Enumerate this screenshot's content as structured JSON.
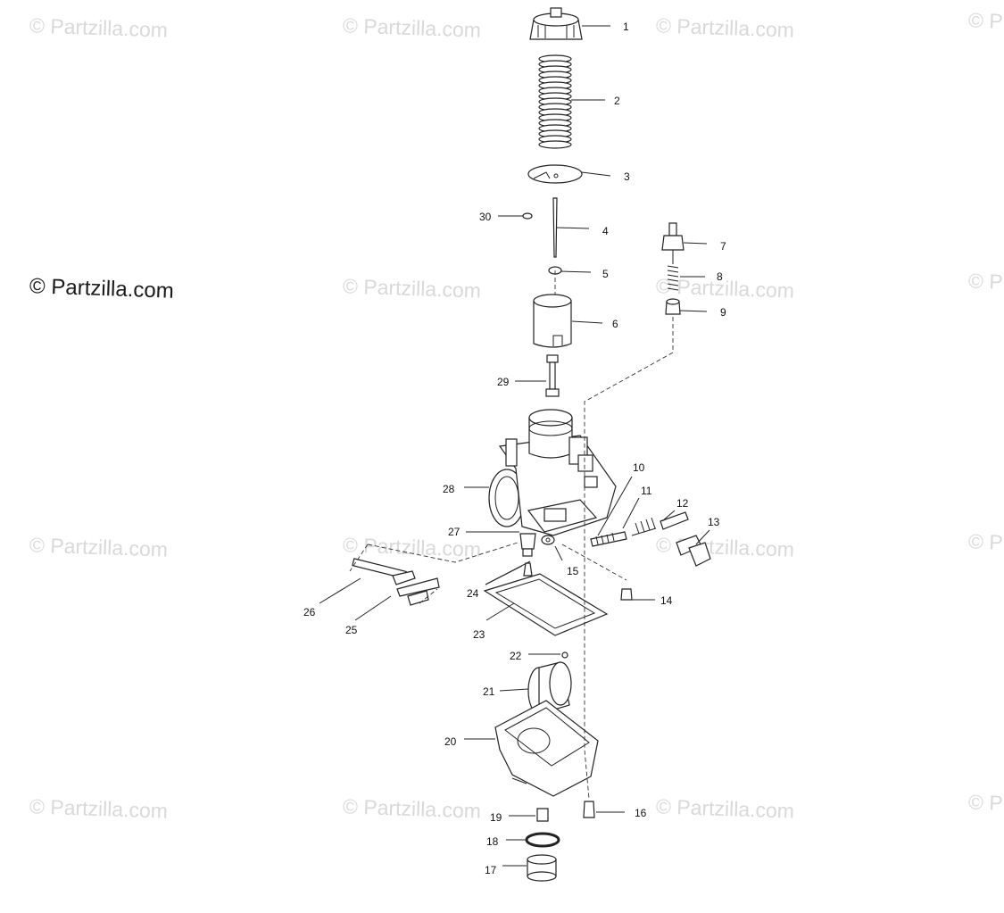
{
  "watermarks": [
    "© Partzilla.com",
    "© Partzilla.com",
    "© Partzilla.com",
    "© P",
    "© Partzilla.com",
    "© Partzilla.com",
    "© P",
    "© Partzilla.com",
    "© Partzilla.com",
    "© Partzilla.com",
    "© P",
    "© Partzilla.com",
    "© Partzilla.com",
    "© Partzilla.com",
    "© P"
  ],
  "watermark_main": "© Partzilla.com",
  "callouts": [
    "1",
    "2",
    "3",
    "4",
    "5",
    "6",
    "7",
    "8",
    "9",
    "10",
    "11",
    "12",
    "13",
    "14",
    "15",
    "16",
    "17",
    "18",
    "19",
    "20",
    "21",
    "22",
    "23",
    "24",
    "25",
    "26",
    "27",
    "28",
    "29",
    "30"
  ],
  "colors": {
    "line": "#222222",
    "watermark": "#d9d9d9",
    "background": "#ffffff"
  }
}
